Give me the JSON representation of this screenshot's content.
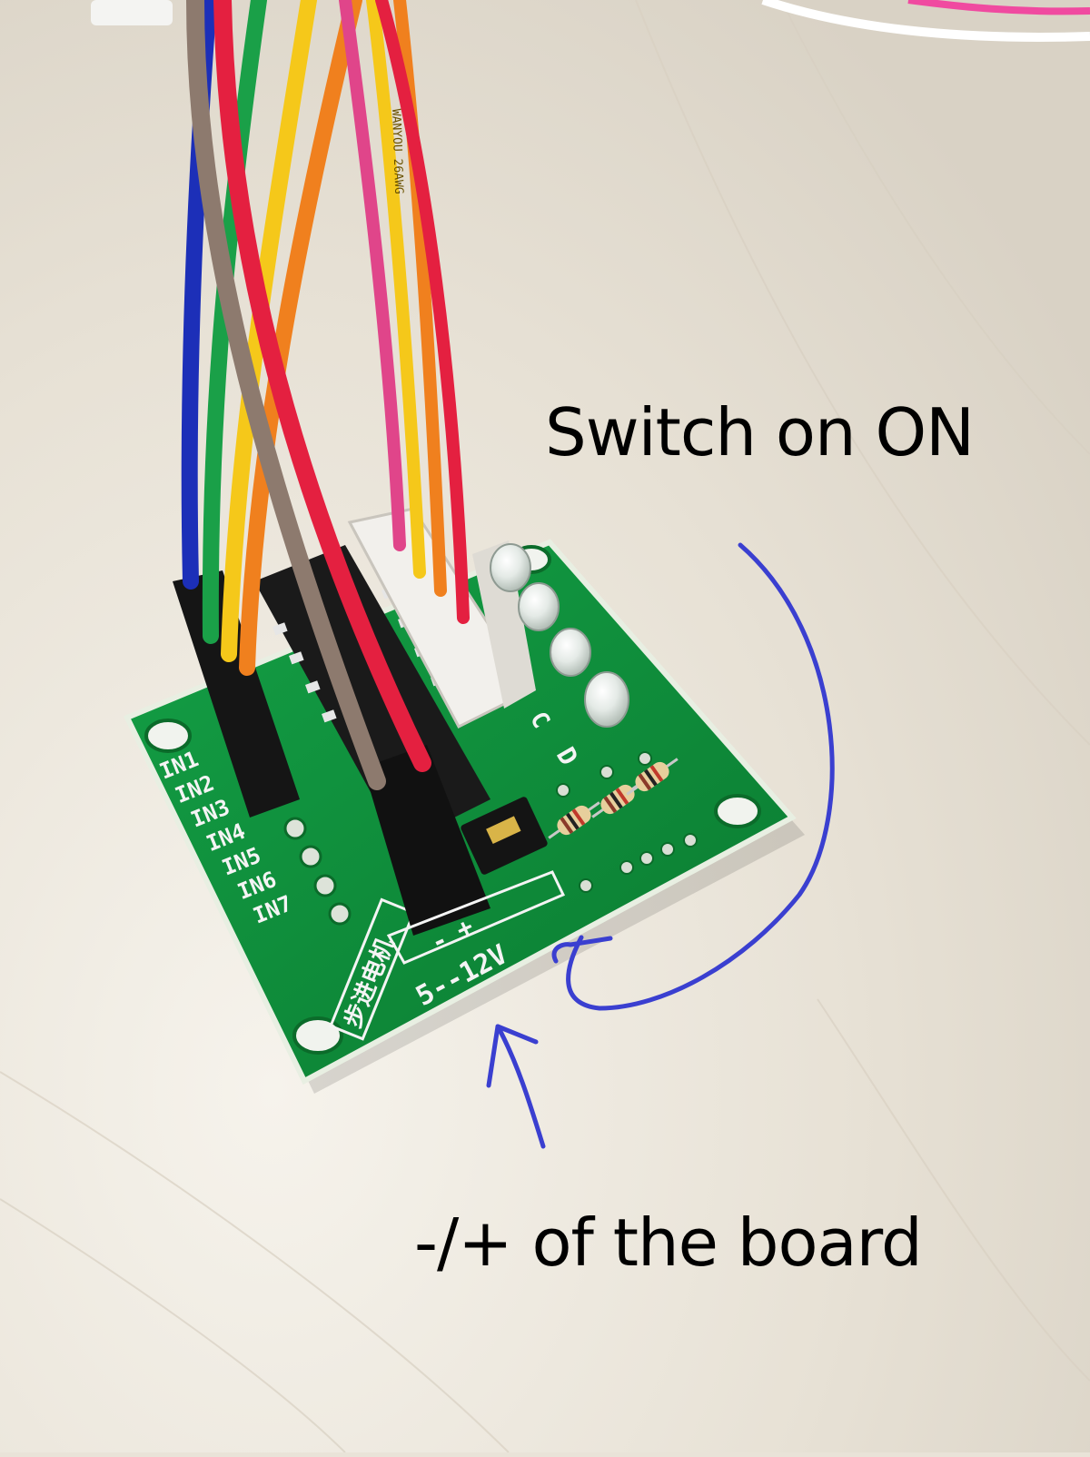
{
  "annotations": {
    "switch_caption": "Switch on ON",
    "polarity_caption": "-/+ of the board"
  },
  "board_silkscreen": {
    "inputs": [
      "IN1",
      "IN2",
      "IN3",
      "IN4",
      "IN5",
      "IN6",
      "IN7"
    ],
    "voltage_label": "5--12V",
    "minus_label": "-",
    "plus_label": "+",
    "led_labels": [
      "C",
      "D"
    ],
    "chinese_label": "步进电机"
  },
  "wire_printing": "WANYOU 26AWG",
  "colors": {
    "tabletop": "#e9e3d8",
    "pcb": "#0f8f3a",
    "annotation_ink": "#3a3fd0",
    "caption_text": "#000000",
    "connector": "#f2f0ec",
    "header": "#151515"
  },
  "wire_colors": [
    "brown",
    "red",
    "orange",
    "yellow",
    "green",
    "blue",
    "pink"
  ]
}
